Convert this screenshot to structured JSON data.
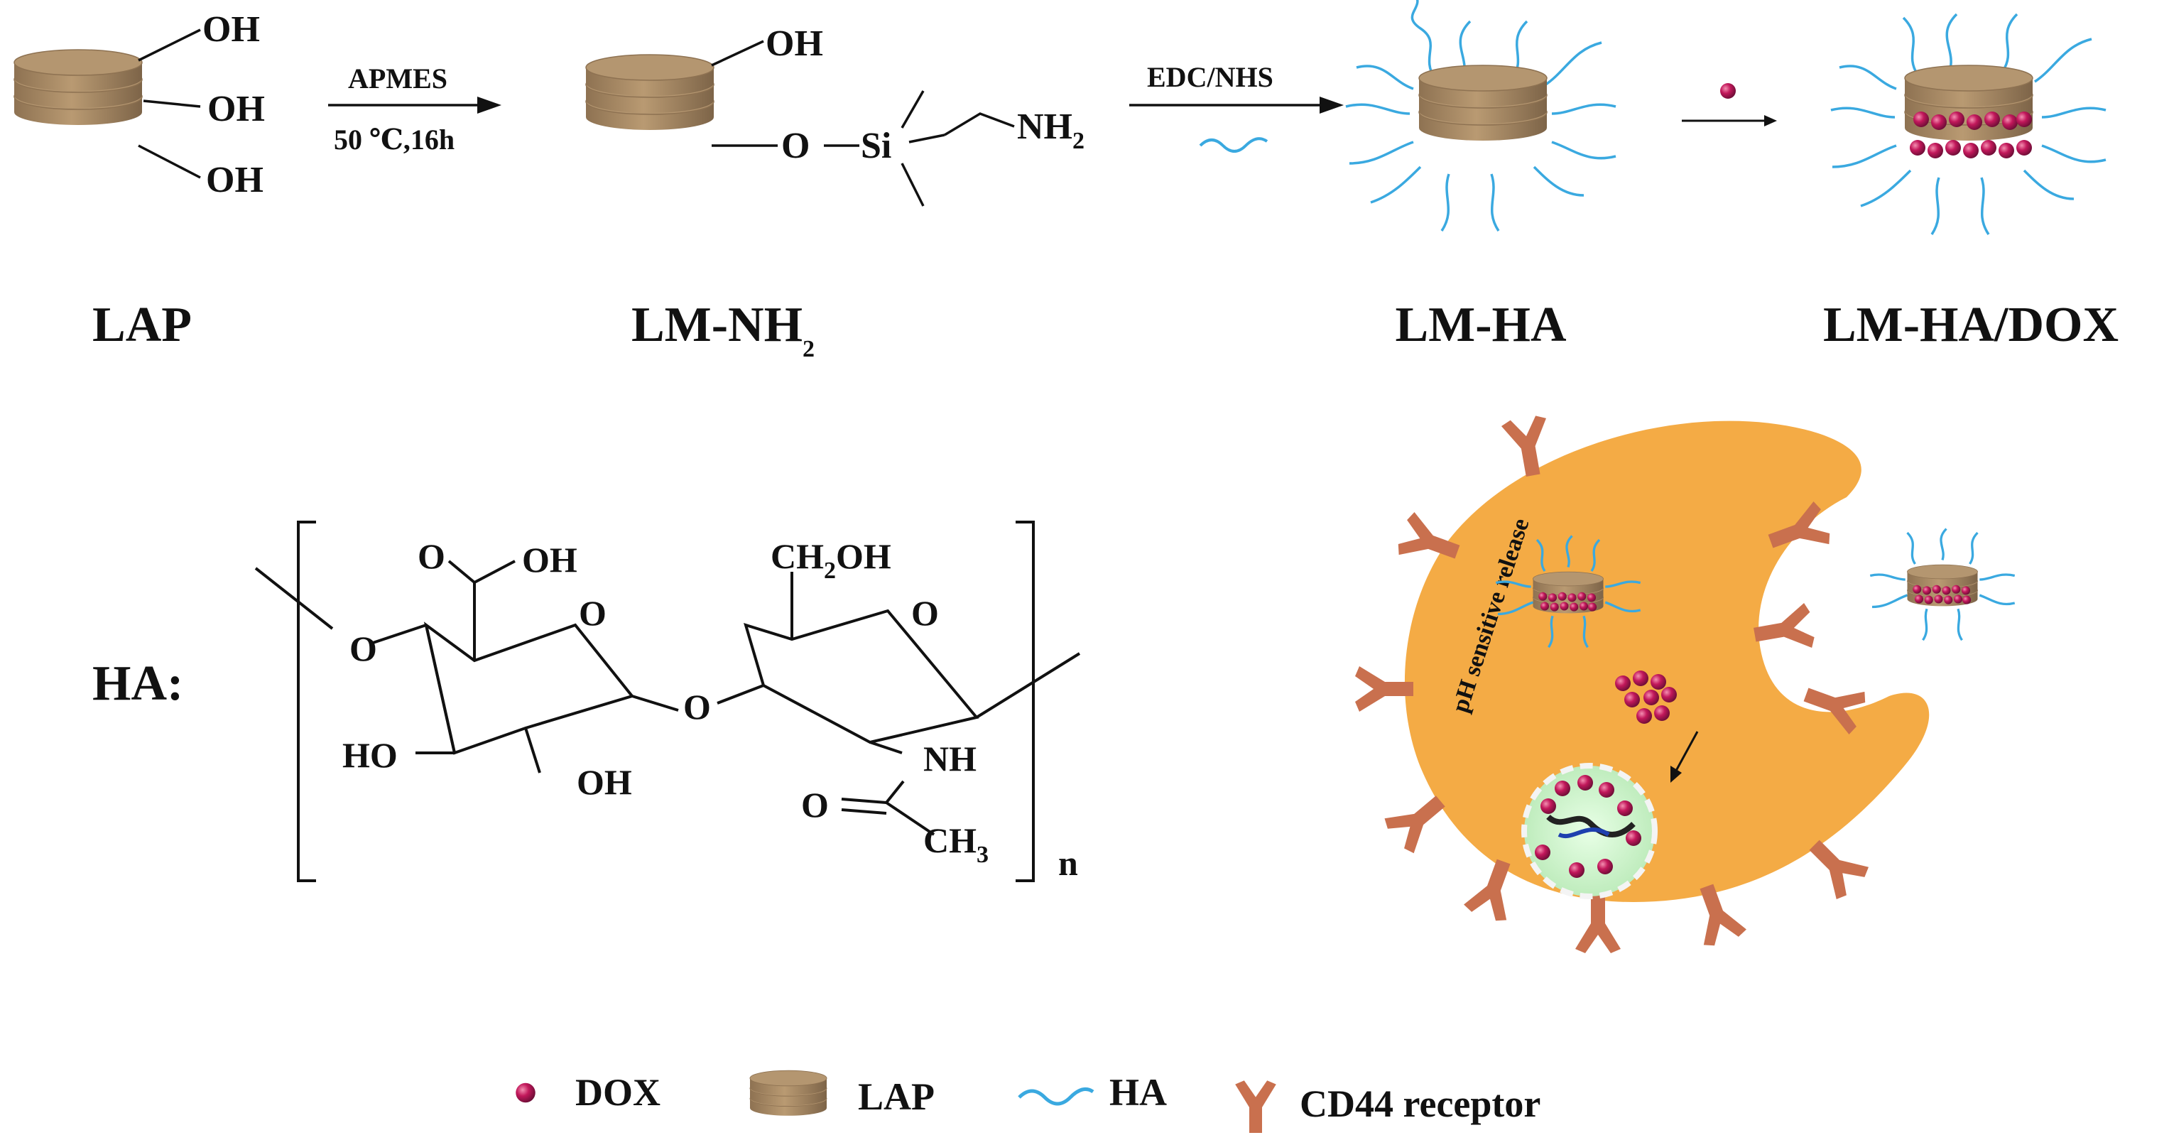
{
  "reaction": {
    "step1": {
      "reagent": "APMES",
      "condition": "50 ℃,16h"
    },
    "step2": {
      "reagent": "EDC/NHS"
    },
    "oh_label": "OH",
    "lapmod": {
      "oh": "OH",
      "o": "O",
      "si": "Si",
      "nh": "NH",
      "sub2": "2"
    }
  },
  "products": {
    "lap": "LAP",
    "lmnh2_main": "LM-NH",
    "lmnh2_sub": "2",
    "lmha": "LM-HA",
    "lmhadox": "LM-HA/DOX"
  },
  "ha_structure": {
    "label": "HA:",
    "o": "O",
    "oh": "OH",
    "ho": "HO",
    "ch": "CH",
    "sub2": "2",
    "sub3": "3",
    "nh": "NH",
    "n": "n"
  },
  "cell": {
    "release_text": "pH sensitive release"
  },
  "legend": {
    "items": [
      {
        "label": "DOX",
        "icon": "dox-particle-icon"
      },
      {
        "label": "LAP",
        "icon": "lap-stack-icon"
      },
      {
        "label": "HA",
        "icon": "ha-chain-icon"
      },
      {
        "label": "CD44 receptor",
        "icon": "cd44-receptor-icon"
      }
    ]
  },
  "colors": {
    "lap": "#a98a64",
    "lap_dark": "#7d6448",
    "ha": "#3aa9e0",
    "dox": "#c2185b",
    "cell": "#f4ab45",
    "receptor": "#c9704e",
    "nucleus": "#c9f0c8"
  }
}
